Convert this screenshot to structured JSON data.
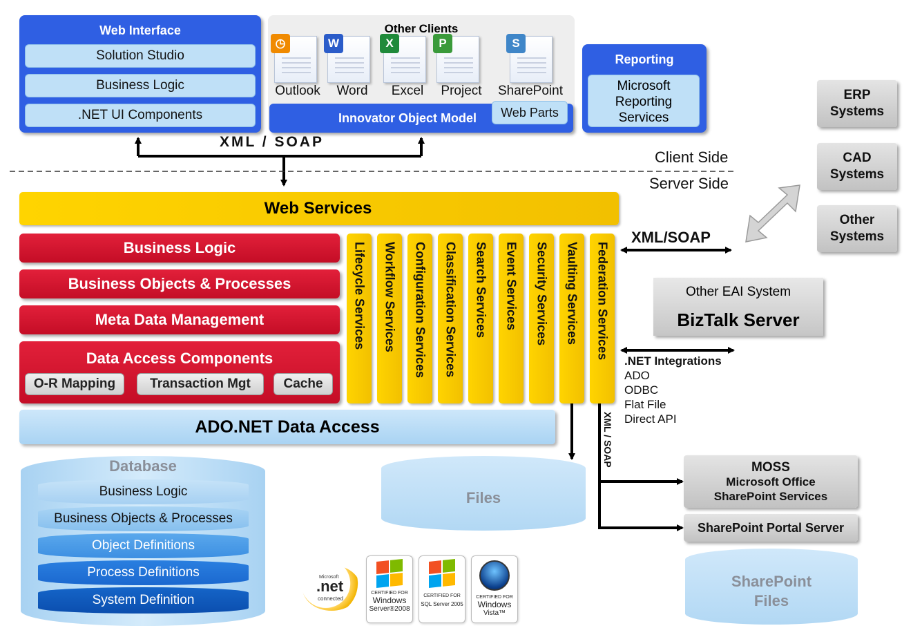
{
  "web_interface": {
    "title": "Web Interface",
    "items": [
      "Solution Studio",
      "Business Logic",
      ".NET UI Components"
    ]
  },
  "other_clients": {
    "title": "Other Clients",
    "clients": [
      {
        "label": "Outlook",
        "icon": "outlook-icon",
        "color": "#f08a00",
        "glyph": "◷"
      },
      {
        "label": "Word",
        "icon": "word-icon",
        "color": "#2b5cc9",
        "glyph": "W"
      },
      {
        "label": "Excel",
        "icon": "excel-icon",
        "color": "#1f8a3a",
        "glyph": "X"
      },
      {
        "label": "Project",
        "icon": "project-icon",
        "color": "#3a9a3a",
        "glyph": "P"
      },
      {
        "label": "SharePoint",
        "icon": "sharepoint-icon",
        "color": "#3f86c8",
        "glyph": "S"
      }
    ],
    "object_model": "Innovator Object Model",
    "web_parts": "Web Parts"
  },
  "reporting": {
    "title": "Reporting",
    "lines": [
      "Microsoft",
      "Reporting",
      "Services"
    ]
  },
  "external_systems": [
    [
      "ERP",
      "Systems"
    ],
    [
      "CAD",
      "Systems"
    ],
    [
      "Other",
      "Systems"
    ]
  ],
  "connectors": {
    "xml_soap_top": "XML / SOAP",
    "xml_soap_right": "XML/SOAP",
    "xml_soap_vertical": "XML / SOAP"
  },
  "sides": {
    "client": "Client Side",
    "server": "Server Side"
  },
  "web_services": "Web Services",
  "red_layers": [
    "Business Logic",
    "Business Objects & Processes",
    "Meta Data Management"
  ],
  "data_access": {
    "title": "Data Access Components",
    "items": [
      "O-R Mapping",
      "Transaction Mgt",
      "Cache"
    ]
  },
  "services": [
    "Lifecycle Services",
    "Workflow Services",
    "Configuration Services",
    "Classification Services",
    "Search Services",
    "Event Services",
    "Security Services",
    "Vaulting Services",
    "Federation Services"
  ],
  "ado_net": "ADO.NET Data Access",
  "database": {
    "title": "Database",
    "layers": [
      "Business Logic",
      "Business Objects & Processes",
      "Object Definitions",
      "Process Definitions",
      "System Definition"
    ]
  },
  "files": "Files",
  "eai": {
    "other": "Other EAI System",
    "biztalk": "BizTalk Server"
  },
  "integrations": {
    "title": ".NET Integrations",
    "items": [
      "ADO",
      "ODBC",
      "Flat File",
      "Direct API"
    ]
  },
  "moss": {
    "lines": [
      "MOSS",
      "Microsoft Office",
      "SharePoint Services"
    ]
  },
  "sharepoint_portal": "SharePoint Portal Server",
  "sharepoint_files": [
    "SharePoint",
    "Files"
  ],
  "logos": {
    "net": {
      "top": "Microsoft",
      "main": ".net",
      "bottom": "connected"
    },
    "certs": [
      {
        "cert": "CERTIFIED FOR",
        "product": "Windows",
        "sub": "Server®2008"
      },
      {
        "cert": "CERTIFIED FOR",
        "product": "SQL Server 2005",
        "sub": ""
      },
      {
        "cert": "CERTIFIED FOR",
        "product": "Windows",
        "sub": "Vista™"
      }
    ]
  }
}
